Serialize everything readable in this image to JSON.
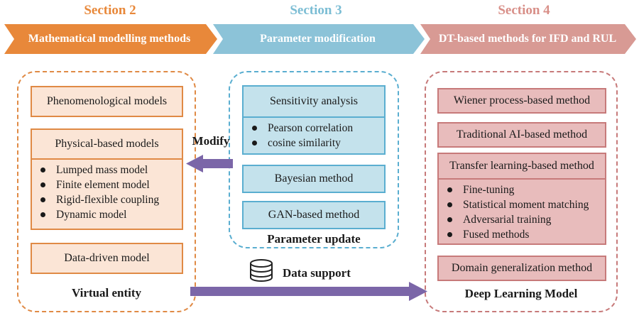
{
  "sections": [
    {
      "heading": "Section 2",
      "banner": "Mathematical modelling methods",
      "color": "#e8883a"
    },
    {
      "heading": "Section 3",
      "banner": "Parameter modification",
      "color": "#7bbdd4"
    },
    {
      "heading": "Section 4",
      "banner": "DT-based methods for IFD and RUL",
      "color": "#d88f88"
    }
  ],
  "left": {
    "phenomenological": "Phenomenological models",
    "physical": "Physical-based models",
    "physical_items": [
      "Lumped mass model",
      "Finite element model",
      "Rigid-flexible coupling",
      "Dynamic model"
    ],
    "data_driven": "Data-driven model",
    "caption": "Virtual entity"
  },
  "middle": {
    "sensitivity": "Sensitivity analysis",
    "sensitivity_items": [
      "Pearson correlation",
      "cosine similarity"
    ],
    "bayesian": "Bayesian method",
    "gan": "GAN-based method",
    "caption": "Parameter update"
  },
  "right": {
    "wiener": "Wiener process-based method",
    "traditional_ai": "Traditional AI-based method",
    "transfer": "Transfer learning-based method",
    "transfer_items": [
      "Fine-tuning",
      "Statistical moment matching",
      "Adversarial training",
      "Fused methods"
    ],
    "domain_gen": "Domain generalization method",
    "caption": "Deep Learning Model"
  },
  "arrows": {
    "modify": "Modify",
    "data_support": "Data support",
    "arrow_color": "#7b66a8"
  }
}
